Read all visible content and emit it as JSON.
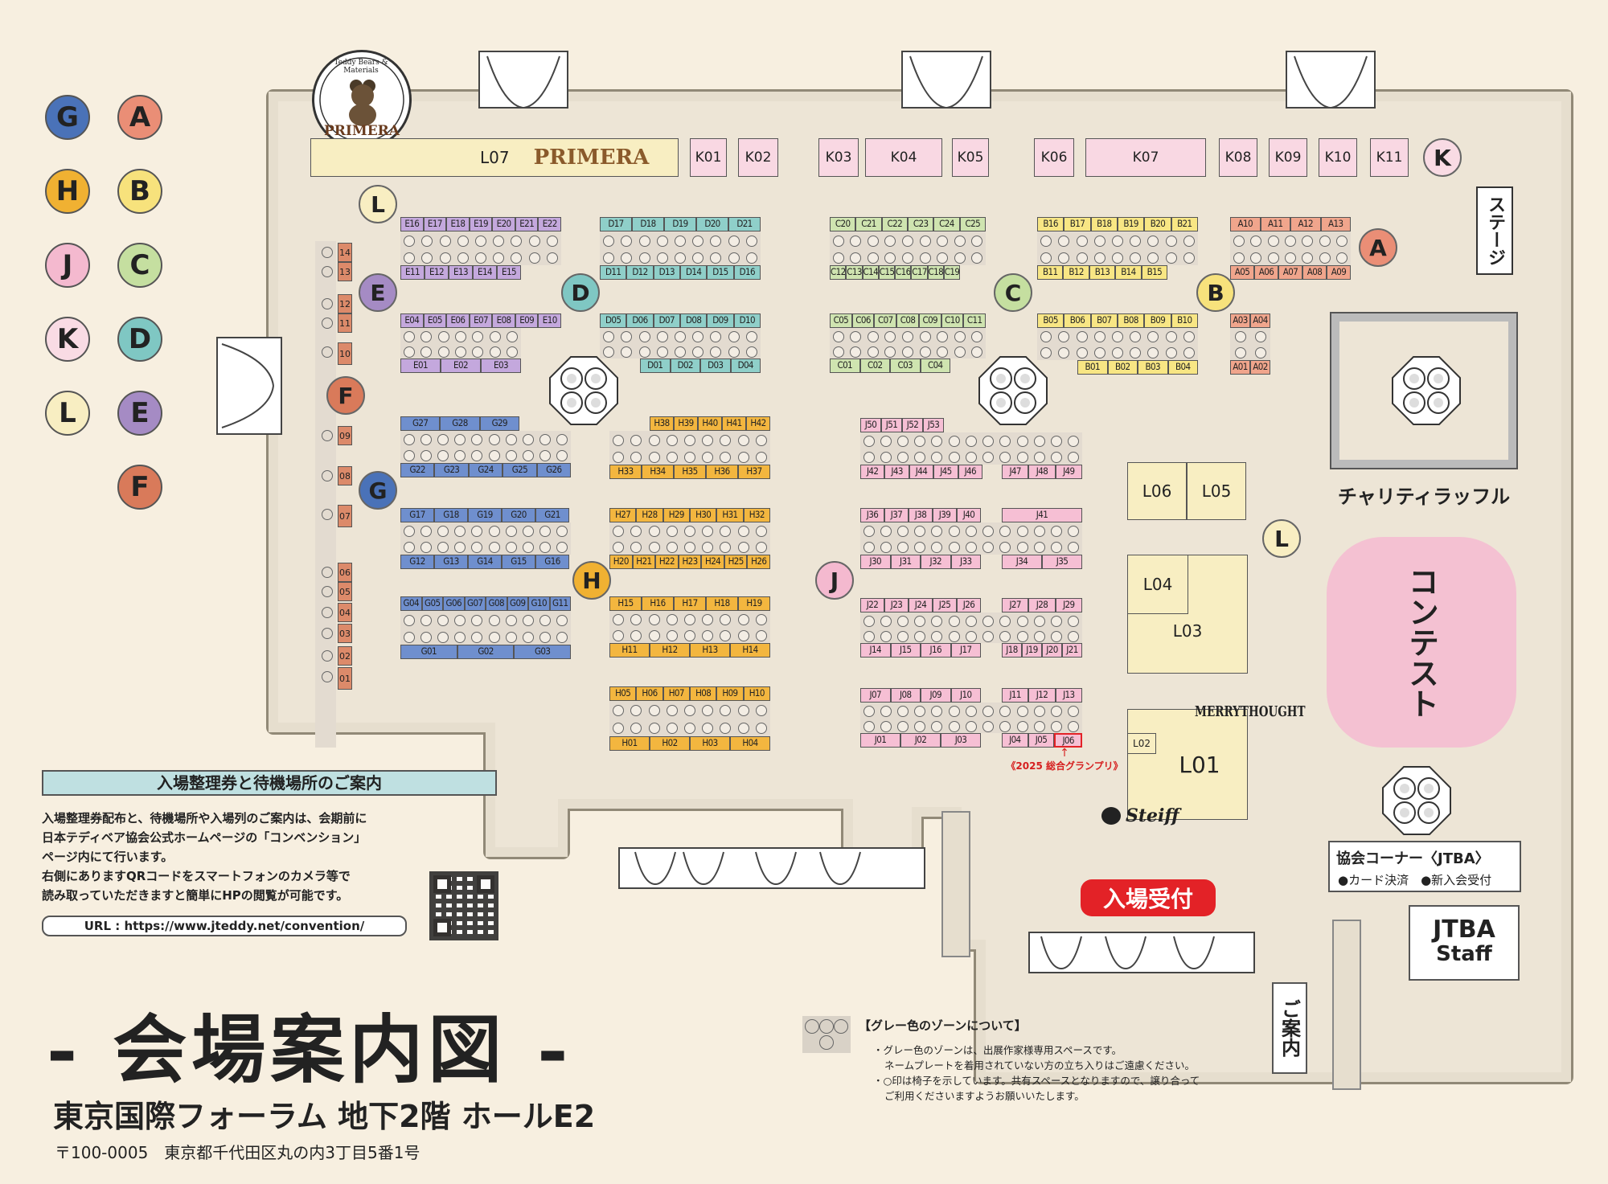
{
  "zone_legend": [
    {
      "letter": "G",
      "color": "#4a72b8"
    },
    {
      "letter": "A",
      "color": "#ea8e76"
    },
    {
      "letter": "H",
      "color": "#f0b132"
    },
    {
      "letter": "B",
      "color": "#f7e27c"
    },
    {
      "letter": "J",
      "color": "#f4b9cf"
    },
    {
      "letter": "C",
      "color": "#c5dfa0"
    },
    {
      "letter": "K",
      "color": "#f9dbe4"
    },
    {
      "letter": "D",
      "color": "#7fc7c3"
    },
    {
      "letter": "L",
      "color": "#f8eec2"
    },
    {
      "letter": "E",
      "color": "#a58bc4"
    },
    {
      "letter": "F",
      "color": "#d97a5a"
    }
  ],
  "logo": {
    "brand": "PRIMERA",
    "tagline": "Teddy Bears & Materials"
  },
  "rooms": {
    "L07": "L07",
    "primera": "PRIMERA",
    "L06": "L06",
    "L05": "L05",
    "L04": "L04",
    "L03": "L03",
    "L02": "L02",
    "L01": "L01",
    "merrythought": "MERRYTHOUGHT",
    "steiff": "Steiff",
    "stage": "ステージ",
    "charity": "チャリティラッフル",
    "contest": "コンテスト",
    "association_title": "協会コーナー〈JTBA〉",
    "association_sub": "●カード決済　●新入会受付",
    "jtba_staff_1": "JTBA",
    "jtba_staff_2": "Staff",
    "reception": "入場受付",
    "guide": "ご案内",
    "grand_prix_arrow": "↑",
    "grand_prix": "《2025 総合グランプリ》"
  },
  "info": {
    "title": "入場整理券と待機場所のご案内",
    "text": "入場整理券配布と、待機場所や入場列のご案内は、会期前に\n日本テディベア協会公式ホームページの「コンベンション」\nページ内にて行います。\n右側にありますQRコードをスマートフォンのカメラ等で\n読み取っていただきますと簡単にHPの閲覧が可能です。",
    "url": "URL : https://www.jteddy.net/convention/"
  },
  "grey_note": {
    "title": "【グレー色のゾーンについて】",
    "line1": "・グレー色のゾーンは、出展作家様専用スペースです。",
    "line2": "ネームプレートを着用されていない方の立ち入りはご遠慮ください。",
    "line3": "・○印は椅子を示しています。共有スペースとなりますので、譲り合って",
    "line4": "ご利用くださいますようお願いいたします。"
  },
  "footer": {
    "title": "- 会場案内図 -",
    "venue": "東京国際フォーラム 地下2階 ホールE2",
    "address": "〒100-0005　東京都千代田区丸の内3丁目5番1号"
  },
  "k_row": [
    "K01",
    "K02",
    "K03",
    "K04",
    "K05",
    "K06",
    "K07",
    "K08",
    "K09",
    "K10",
    "K11"
  ],
  "f_column": [
    "14",
    "13",
    "12",
    "11",
    "10",
    "09",
    "08",
    "07",
    "06",
    "05",
    "04",
    "03",
    "02",
    "01"
  ],
  "booth_rows": [
    {
      "id": "E-top",
      "color": "#c4a8dd",
      "labels": [
        "E16",
        "E17",
        "E18",
        "E19",
        "E20",
        "E21",
        "E22"
      ]
    },
    {
      "id": "E-mid",
      "color": "#c4a8dd",
      "labels": [
        "E11",
        "E12",
        "E13",
        "E14",
        "E15"
      ]
    },
    {
      "id": "E-low",
      "color": "#c4a8dd",
      "labels": [
        "E04",
        "E05",
        "E06",
        "E07",
        "E08",
        "E09",
        "E10"
      ]
    },
    {
      "id": "E-bot",
      "color": "#c4a8dd",
      "labels": [
        "E01",
        "E02",
        "E03"
      ]
    },
    {
      "id": "D-top",
      "color": "#8fcfc9",
      "labels": [
        "D17",
        "D18",
        "D19",
        "D20",
        "D21"
      ]
    },
    {
      "id": "D-mid",
      "color": "#8fcfc9",
      "labels": [
        "D11",
        "D12",
        "D13",
        "D14",
        "D15",
        "D16"
      ]
    },
    {
      "id": "D-low",
      "color": "#8fcfc9",
      "labels": [
        "D05",
        "D06",
        "D07",
        "D08",
        "D09",
        "D10"
      ]
    },
    {
      "id": "D-bot",
      "color": "#8fcfc9",
      "labels": [
        "D01",
        "D02",
        "D03",
        "D04"
      ]
    },
    {
      "id": "C-top",
      "color": "#cfe4b0",
      "labels": [
        "C20",
        "C21",
        "C22",
        "C23",
        "C24",
        "C25"
      ]
    },
    {
      "id": "C-mid",
      "color": "#cfe4b0",
      "labels": [
        "C12",
        "C13",
        "C14",
        "C15",
        "C16",
        "C17",
        "C18",
        "C19"
      ]
    },
    {
      "id": "C-low",
      "color": "#cfe4b0",
      "labels": [
        "C05",
        "C06",
        "C07",
        "C08",
        "C09",
        "C10",
        "C11"
      ]
    },
    {
      "id": "C-bot",
      "color": "#cfe4b0",
      "labels": [
        "C01",
        "C02",
        "C03",
        "C04"
      ]
    },
    {
      "id": "B-top",
      "color": "#f8e684",
      "labels": [
        "B16",
        "B17",
        "B18",
        "B19",
        "B20",
        "B21"
      ]
    },
    {
      "id": "B-mid",
      "color": "#f8e684",
      "labels": [
        "B11",
        "B12",
        "B13",
        "B14",
        "B15"
      ]
    },
    {
      "id": "B-low",
      "color": "#f8e684",
      "labels": [
        "B05",
        "B06",
        "B07",
        "B08",
        "B09",
        "B10"
      ]
    },
    {
      "id": "B-bot",
      "color": "#f8e684",
      "labels": [
        "B01",
        "B02",
        "B03",
        "B04"
      ]
    },
    {
      "id": "A-top",
      "color": "#f0a58c",
      "labels": [
        "A10",
        "A11",
        "A12",
        "A13"
      ]
    },
    {
      "id": "A-mid",
      "color": "#f0a58c",
      "labels": [
        "A05",
        "A06",
        "A07",
        "A08",
        "A09"
      ]
    },
    {
      "id": "A-low",
      "color": "#f0a58c",
      "labels": [
        "A03",
        "A04"
      ]
    },
    {
      "id": "A-bot",
      "color": "#f0a58c",
      "labels": [
        "A01",
        "A02"
      ]
    },
    {
      "id": "G-r1",
      "color": "#6f8fce",
      "labels": [
        "G27",
        "G28",
        "G29"
      ]
    },
    {
      "id": "G-r2",
      "color": "#6f8fce",
      "labels": [
        "G22",
        "G23",
        "G24",
        "G25",
        "G26"
      ]
    },
    {
      "id": "G-r3",
      "color": "#6f8fce",
      "labels": [
        "G17",
        "G18",
        "G19",
        "G20",
        "G21"
      ]
    },
    {
      "id": "G-r4",
      "color": "#6f8fce",
      "labels": [
        "G12",
        "G13",
        "G14",
        "G15",
        "G16"
      ]
    },
    {
      "id": "G-r5",
      "color": "#6f8fce",
      "labels": [
        "G04",
        "G05",
        "G06",
        "G07",
        "G08",
        "G09",
        "G10",
        "G11"
      ]
    },
    {
      "id": "G-r6",
      "color": "#6f8fce",
      "labels": [
        "G01",
        "G02",
        "G03"
      ]
    },
    {
      "id": "H-r1",
      "color": "#f3b63f",
      "labels": [
        "H38",
        "H39",
        "H40",
        "H41",
        "H42"
      ]
    },
    {
      "id": "H-r2",
      "color": "#f3b63f",
      "labels": [
        "H33",
        "H34",
        "H35",
        "H36",
        "H37"
      ]
    },
    {
      "id": "H-r3",
      "color": "#f3b63f",
      "labels": [
        "H27",
        "H28",
        "H29",
        "H30",
        "H31",
        "H32"
      ]
    },
    {
      "id": "H-r4",
      "color": "#f3b63f",
      "labels": [
        "H20",
        "H21",
        "H22",
        "H23",
        "H24",
        "H25",
        "H26"
      ]
    },
    {
      "id": "H-r5",
      "color": "#f3b63f",
      "labels": [
        "H15",
        "H16",
        "H17",
        "H18",
        "H19"
      ]
    },
    {
      "id": "H-r6",
      "color": "#f3b63f",
      "labels": [
        "H11",
        "H12",
        "H13",
        "H14"
      ]
    },
    {
      "id": "H-r7",
      "color": "#f3b63f",
      "labels": [
        "H05",
        "H06",
        "H07",
        "H08",
        "H09",
        "H10"
      ]
    },
    {
      "id": "H-r8",
      "color": "#f3b63f",
      "labels": [
        "H01",
        "H02",
        "H03",
        "H04"
      ]
    },
    {
      "id": "J-r1",
      "color": "#f6bfd4",
      "labels": [
        "J50",
        "J51",
        "J52",
        "J53"
      ]
    },
    {
      "id": "J-r2a",
      "color": "#f6bfd4",
      "labels": [
        "J42",
        "J43",
        "J44",
        "J45",
        "J46"
      ]
    },
    {
      "id": "J-r2b",
      "color": "#f6bfd4",
      "labels": [
        "J47",
        "J48",
        "J49"
      ]
    },
    {
      "id": "J-r3a",
      "color": "#f6bfd4",
      "labels": [
        "J36",
        "J37",
        "J38",
        "J39",
        "J40"
      ]
    },
    {
      "id": "J-r3b",
      "color": "#f6bfd4",
      "labels": [
        "J41"
      ]
    },
    {
      "id": "J-r4a",
      "color": "#f6bfd4",
      "labels": [
        "J30",
        "J31",
        "J32",
        "J33"
      ]
    },
    {
      "id": "J-r4b",
      "color": "#f6bfd4",
      "labels": [
        "J34",
        "J35"
      ]
    },
    {
      "id": "J-r5a",
      "color": "#f6bfd4",
      "labels": [
        "J22",
        "J23",
        "J24",
        "J25",
        "J26"
      ]
    },
    {
      "id": "J-r5b",
      "color": "#f6bfd4",
      "labels": [
        "J27",
        "J28",
        "J29"
      ]
    },
    {
      "id": "J-r6a",
      "color": "#f6bfd4",
      "labels": [
        "J14",
        "J15",
        "J16",
        "J17"
      ]
    },
    {
      "id": "J-r6b",
      "color": "#f6bfd4",
      "labels": [
        "J18",
        "J19",
        "J20",
        "J21"
      ]
    },
    {
      "id": "J-r7a",
      "color": "#f6bfd4",
      "labels": [
        "J07",
        "J08",
        "J09",
        "J10"
      ]
    },
    {
      "id": "J-r7b",
      "color": "#f6bfd4",
      "labels": [
        "J11",
        "J12",
        "J13"
      ]
    },
    {
      "id": "J-r8a",
      "color": "#f6bfd4",
      "labels": [
        "J01",
        "J02",
        "J03"
      ]
    },
    {
      "id": "J-r8b",
      "color": "#f6bfd4",
      "labels": [
        "J04",
        "J05",
        "J06"
      ]
    }
  ]
}
